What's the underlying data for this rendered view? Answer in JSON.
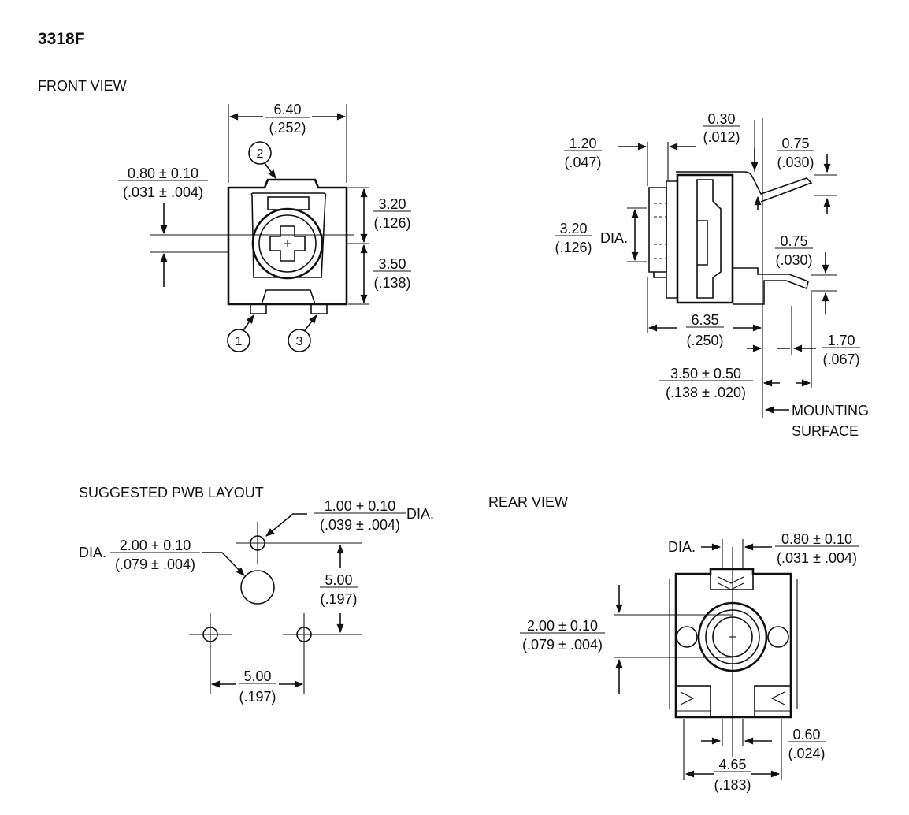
{
  "title": "3318F",
  "views": {
    "front": {
      "heading": "FRONT VIEW",
      "width_mm": "6.40",
      "width_in": "(.252)",
      "offset_mm": "0.80 ± 0.10",
      "offset_in": "(.031 ± .004)",
      "upper_h_mm": "3.20",
      "upper_h_in": "(.126)",
      "lower_h_mm": "3.50",
      "lower_h_in": "(.138)",
      "pins": [
        "1",
        "2",
        "3"
      ]
    },
    "side": {
      "dim_120_mm": "1.20",
      "dim_120_in": "(.047)",
      "dim_030_mm": "0.30",
      "dim_030_in": "(.012)",
      "dim_075a_mm": "0.75",
      "dim_075a_in": "(.030)",
      "dim_320_mm": "3.20",
      "dim_320_in": "(.126)",
      "dia_label": "DIA.",
      "dim_075b_mm": "0.75",
      "dim_075b_in": "(.030)",
      "dim_635_mm": "6.35",
      "dim_635_in": "(.250)",
      "dim_170_mm": "1.70",
      "dim_170_in": "(.067)",
      "dim_350_mm": "3.50 ± 0.50",
      "dim_350_in": "(.138 ± .020)",
      "mounting_1": "MOUNTING",
      "mounting_2": "SURFACE"
    },
    "pwb": {
      "heading": "SUGGESTED PWB LAYOUT",
      "hole_small_mm": "1.00 + 0.10",
      "hole_small_in": "(.039 ± .004)",
      "hole_small_dia": "DIA.",
      "hole_large_dia": "DIA.",
      "hole_large_mm": "2.00 + 0.10",
      "hole_large_in": "(.079 ± .004)",
      "vert_mm": "5.00",
      "vert_in": "(.197)",
      "horiz_mm": "5.00",
      "horiz_in": "(.197)"
    },
    "rear": {
      "heading": "REAR VIEW",
      "dia_label": "DIA.",
      "top_mm": "0.80 ± 0.10",
      "top_in": "(.031 ± .004)",
      "hole_mm": "2.00 ± 0.10",
      "hole_in": "(.079 ± .004)",
      "gap_mm": "0.60",
      "gap_in": "(.024)",
      "width_mm": "4.65",
      "width_in": "(.183)"
    }
  }
}
